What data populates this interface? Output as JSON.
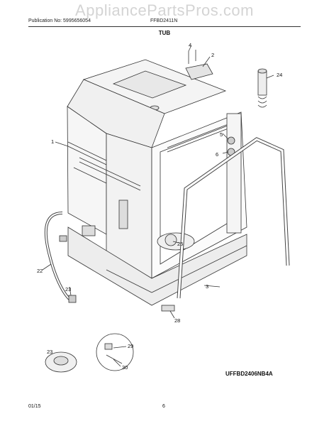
{
  "watermark": "AppliancePartsPros.com",
  "header": {
    "publication": "Publication No: 5995656054",
    "model": "FFBD2411N"
  },
  "section_title": "TUB",
  "callouts": {
    "c1": "1",
    "c2": "2",
    "c3": "3",
    "c4": "4",
    "c5": "5",
    "c6": "6",
    "c22": "22",
    "c23": "23",
    "c23b": "23",
    "c24": "24",
    "c25": "25",
    "c28": "28",
    "c29": "29",
    "c30": "30"
  },
  "diagram_code": "UFFBD2406NB4A",
  "footer": {
    "date": "01/15",
    "page": "6"
  }
}
